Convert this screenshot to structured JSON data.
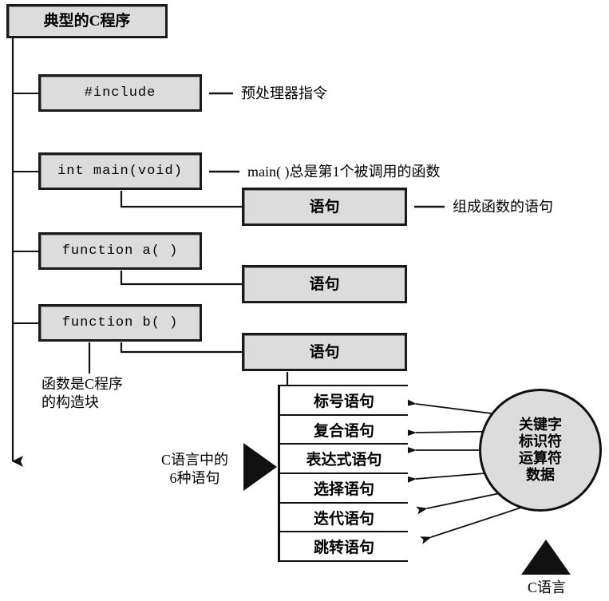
{
  "diagram": {
    "title_box": {
      "text": "典型的C程序"
    },
    "main_boxes": [
      {
        "text": "#include",
        "kind": "mono"
      },
      {
        "text": "int main(void)",
        "kind": "mono"
      },
      {
        "text": "function a( )",
        "kind": "mono"
      },
      {
        "text": "function b( )",
        "kind": "mono"
      }
    ],
    "statement_boxes": [
      {
        "text": "语句"
      },
      {
        "text": "语句"
      },
      {
        "text": "语句"
      }
    ],
    "callouts": [
      {
        "text": "预处理器指令"
      },
      {
        "text": "main( )总是第1个被调用的函数"
      },
      {
        "text": "组成函数的语句"
      }
    ],
    "note_functions": {
      "line1": "函数是C程序",
      "line2": "的构造块"
    },
    "note_six_statements": {
      "line1": "C语言中的",
      "line2": "6种语句"
    },
    "statement_list": {
      "items": [
        "标号语句",
        "复合语句",
        "表达式语句",
        "选择语句",
        "迭代语句",
        "跳转语句"
      ]
    },
    "concept_circle": {
      "items": [
        "关键字",
        "标识符",
        "运算符",
        "数据"
      ]
    },
    "c_language_label": "C语言",
    "colors": {
      "box_fill": "#dcdcdc",
      "box_border": "#1a1a1a",
      "line": "#111111",
      "background": "#ffffff"
    }
  }
}
